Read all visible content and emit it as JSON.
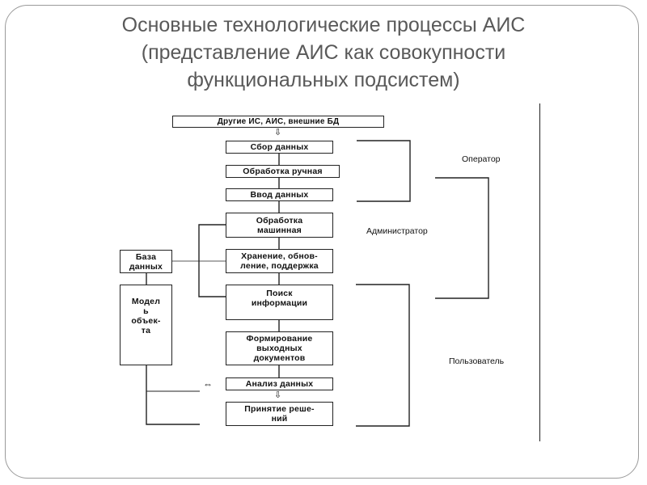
{
  "title": {
    "line1": "Основные технологические процессы АИС",
    "line2": "(представление АИС как совокупности",
    "line3": "функциональных подсистем)"
  },
  "diagram": {
    "boxes": {
      "external": "Другие ИС, АИС, внешние БД",
      "collect": "Сбор данных",
      "manual": "Обработка ручная",
      "input": "Ввод данных",
      "machine_1": "Обработка",
      "machine_2": "машинная",
      "storage_1": "Хранение, обнов-",
      "storage_2": "ление, поддержка",
      "db_1": "База",
      "db_2": "данных",
      "search_1": "Поиск",
      "search_2": "информации",
      "model_1": "Модел",
      "model_2": "ь",
      "model_3": "объек-",
      "model_4": "та",
      "output_1": "Формирование",
      "output_2": "выходных",
      "output_3": "документов",
      "analysis": "Анализ данных",
      "decision_1": "Принятие реше-",
      "decision_2": "ний"
    },
    "roles": {
      "operator": "Оператор",
      "administrator": "Администратор",
      "user": "Пользователь"
    },
    "arrows": {
      "down": "⇩",
      "both": "⇔"
    }
  }
}
